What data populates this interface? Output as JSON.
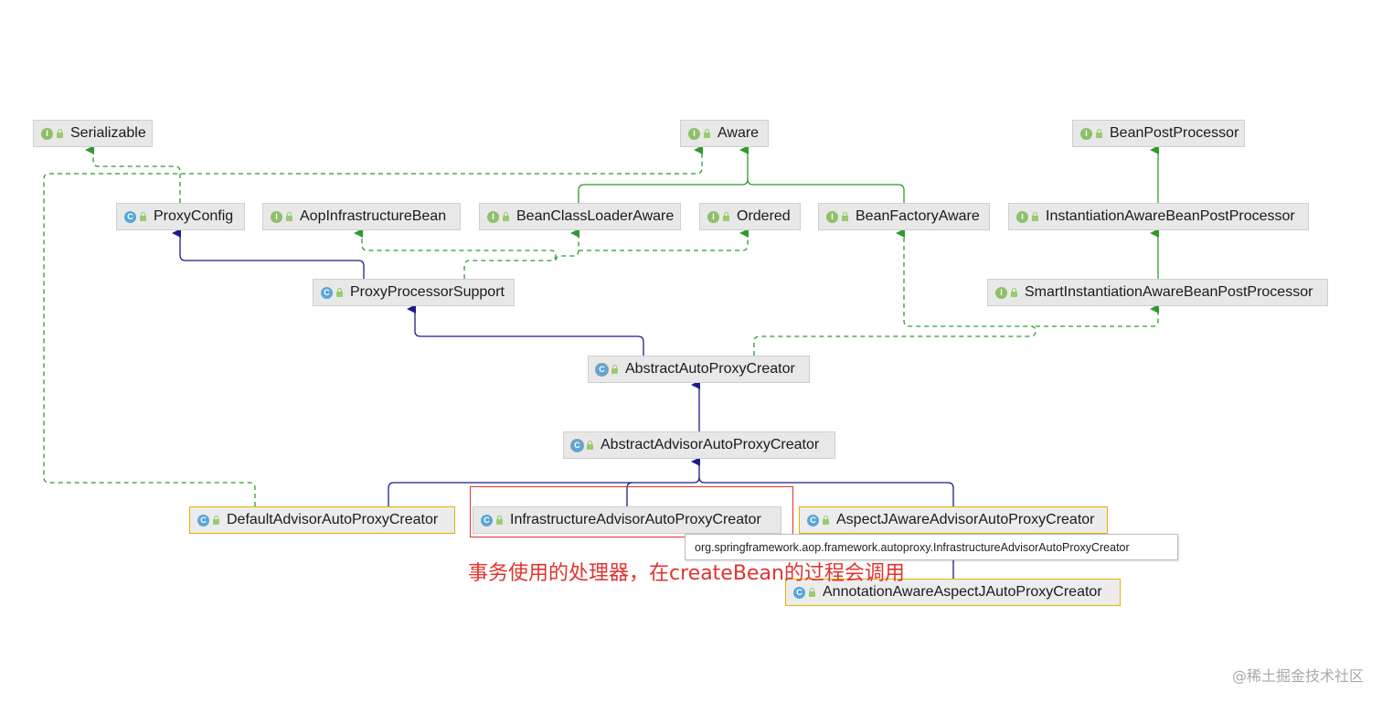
{
  "nodes": {
    "serializable": {
      "label": "Serializable",
      "kind": "I"
    },
    "aware": {
      "label": "Aware",
      "kind": "I"
    },
    "bean_post_processor": {
      "label": "BeanPostProcessor",
      "kind": "I"
    },
    "proxy_config": {
      "label": "ProxyConfig",
      "kind": "C"
    },
    "aop_infrastructure_bean": {
      "label": "AopInfrastructureBean",
      "kind": "I"
    },
    "bean_class_loader_aware": {
      "label": "BeanClassLoaderAware",
      "kind": "I"
    },
    "ordered": {
      "label": "Ordered",
      "kind": "I"
    },
    "bean_factory_aware": {
      "label": "BeanFactoryAware",
      "kind": "I"
    },
    "instantiation_aware_bpp": {
      "label": "InstantiationAwareBeanPostProcessor",
      "kind": "I"
    },
    "proxy_processor_support": {
      "label": "ProxyProcessorSupport",
      "kind": "C"
    },
    "smart_instantiation_aware_bpp": {
      "label": "SmartInstantiationAwareBeanPostProcessor",
      "kind": "I"
    },
    "abstract_auto_proxy_creator": {
      "label": "AbstractAutoProxyCreator",
      "kind": "C"
    },
    "abstract_advisor_auto_proxy_creator": {
      "label": "AbstractAdvisorAutoProxyCreator",
      "kind": "C"
    },
    "default_advisor_auto_proxy_creator": {
      "label": "DefaultAdvisorAutoProxyCreator",
      "kind": "C"
    },
    "infrastructure_advisor_auto_proxy_creator": {
      "label": "InfrastructureAdvisorAutoProxyCreator",
      "kind": "C"
    },
    "aspectj_aware_advisor_auto_proxy_creator": {
      "label": "AspectJAwareAdvisorAutoProxyCreator",
      "kind": "C"
    },
    "annotation_aware_aspectj_auto_proxy_creator": {
      "label": "AnnotationAwareAspectJAutoProxyCreator",
      "kind": "C"
    }
  },
  "tooltip": "org.springframework.aop.framework.autoproxy.InfrastructureAdvisorAutoProxyCreator",
  "annotation": "事务使用的处理器，在createBean的过程会调用",
  "watermark": "@稀土掘金技术社区",
  "colors": {
    "extends_edge": "#1c1c8c",
    "implements_edge": "#2e9a2e",
    "interface_badge": "#8fbf6a",
    "class_badge": "#5aa6d8",
    "highlight_border": "#e2b400",
    "annotation": "#e0342f"
  }
}
